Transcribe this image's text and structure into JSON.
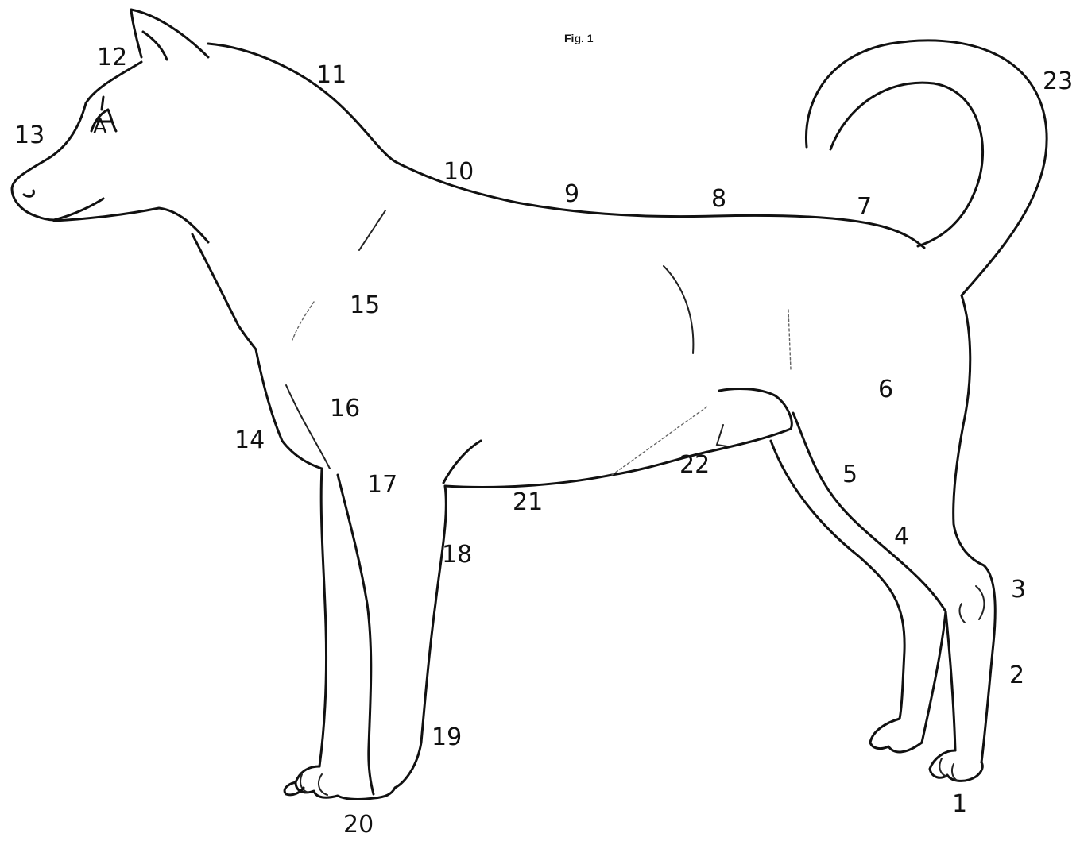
{
  "figure": {
    "caption": "Fig. 1",
    "point_marker": "A",
    "labels": [
      {
        "id": "1",
        "text": "1"
      },
      {
        "id": "2",
        "text": "2"
      },
      {
        "id": "3",
        "text": "3"
      },
      {
        "id": "4",
        "text": "4"
      },
      {
        "id": "5",
        "text": "5"
      },
      {
        "id": "6",
        "text": "6"
      },
      {
        "id": "7",
        "text": "7"
      },
      {
        "id": "8",
        "text": "8"
      },
      {
        "id": "9",
        "text": "9"
      },
      {
        "id": "10",
        "text": "10"
      },
      {
        "id": "11",
        "text": "11"
      },
      {
        "id": "12",
        "text": "12"
      },
      {
        "id": "13",
        "text": "13"
      },
      {
        "id": "14",
        "text": "14"
      },
      {
        "id": "15",
        "text": "15"
      },
      {
        "id": "16",
        "text": "16"
      },
      {
        "id": "17",
        "text": "17"
      },
      {
        "id": "18",
        "text": "18"
      },
      {
        "id": "19",
        "text": "19"
      },
      {
        "id": "20",
        "text": "20"
      },
      {
        "id": "21",
        "text": "21"
      },
      {
        "id": "22",
        "text": "22"
      },
      {
        "id": "23",
        "text": "23"
      }
    ],
    "colors": {
      "ink": "#111111",
      "paper": "#ffffff"
    }
  }
}
